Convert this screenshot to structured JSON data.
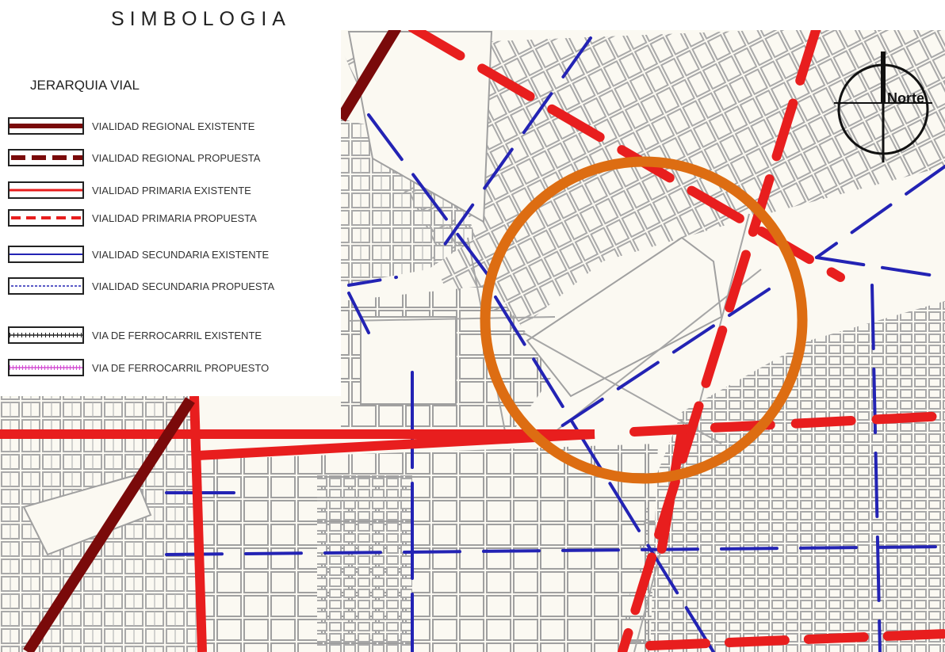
{
  "legend": {
    "title": "SIMBOLOGIA",
    "subtitle": "JERARQUIA VIAL",
    "items": [
      {
        "label": "VIALIDAD REGIONAL EXISTENTE",
        "color": "#7a0a0a",
        "style": "solid-thick"
      },
      {
        "label": "VIALIDAD REGIONAL PROPUESTA",
        "color": "#7a0a0a",
        "style": "dashed-thick"
      },
      {
        "label": "VIALIDAD PRIMARIA EXISTENTE",
        "color": "#e81e1e",
        "style": "solid"
      },
      {
        "label": "VIALIDAD PRIMARIA PROPUESTA",
        "color": "#e81e1e",
        "style": "dashed"
      },
      {
        "label": "VIALIDAD SECUNDARIA  EXISTENTE",
        "color": "#2323b4",
        "style": "solid-thin"
      },
      {
        "label": "VIALIDAD SECUNDARIA PROPUESTA",
        "color": "#2323b4",
        "style": "dotted-thin"
      },
      {
        "label": "VIA DE FERROCARRIL EXISTENTE",
        "color": "#222222",
        "style": "rail"
      },
      {
        "label": "VIA DE FERROCARRIL PROPUESTO",
        "color": "#d24bd2",
        "style": "rail"
      }
    ]
  },
  "north": {
    "label": "Norte"
  },
  "colors": {
    "background": "#fbf9f2",
    "blocks": "#a9a9a9",
    "regional": "#7a0a0a",
    "primary": "#e81e1e",
    "secondary": "#2323b4",
    "highlight": "#dd6d12"
  }
}
